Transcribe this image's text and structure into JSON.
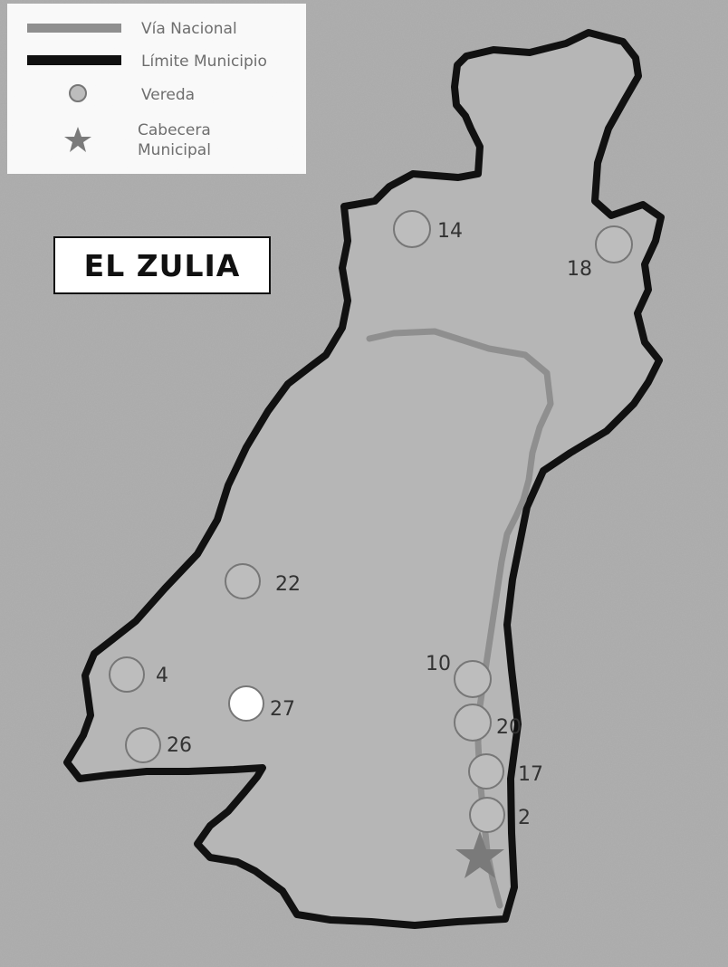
{
  "map": {
    "title": "EL ZULIA",
    "colors": {
      "background": "#a9a9a9",
      "municipality_fill": "#b6b6b6",
      "border": "#111111",
      "road": "#8f8f8f",
      "vereda_fill": "#bdbdbd",
      "vereda_stroke": "#777777",
      "highlight_vereda_fill": "#ffffff",
      "cabecera": "#7a7a7a"
    }
  },
  "legend": {
    "items": [
      {
        "label": "Vía Nacional",
        "symbol": "road-line"
      },
      {
        "label": "Límite Municipio",
        "symbol": "border-line"
      },
      {
        "label": "Vereda",
        "symbol": "vereda-circle"
      },
      {
        "label": "Cabecera",
        "label2": "Municipal",
        "symbol": "star-icon"
      }
    ]
  },
  "veredas": [
    {
      "id": "14",
      "label": "14",
      "highlight": false
    },
    {
      "id": "18",
      "label": "18",
      "highlight": false
    },
    {
      "id": "22",
      "label": "22",
      "highlight": false
    },
    {
      "id": "4",
      "label": "4",
      "highlight": false
    },
    {
      "id": "27",
      "label": "27",
      "highlight": true
    },
    {
      "id": "26",
      "label": "26",
      "highlight": false
    },
    {
      "id": "10",
      "label": "10",
      "highlight": false
    },
    {
      "id": "20",
      "label": "20",
      "highlight": false
    },
    {
      "id": "17",
      "label": "17",
      "highlight": false
    },
    {
      "id": "2",
      "label": "2",
      "highlight": false
    }
  ]
}
